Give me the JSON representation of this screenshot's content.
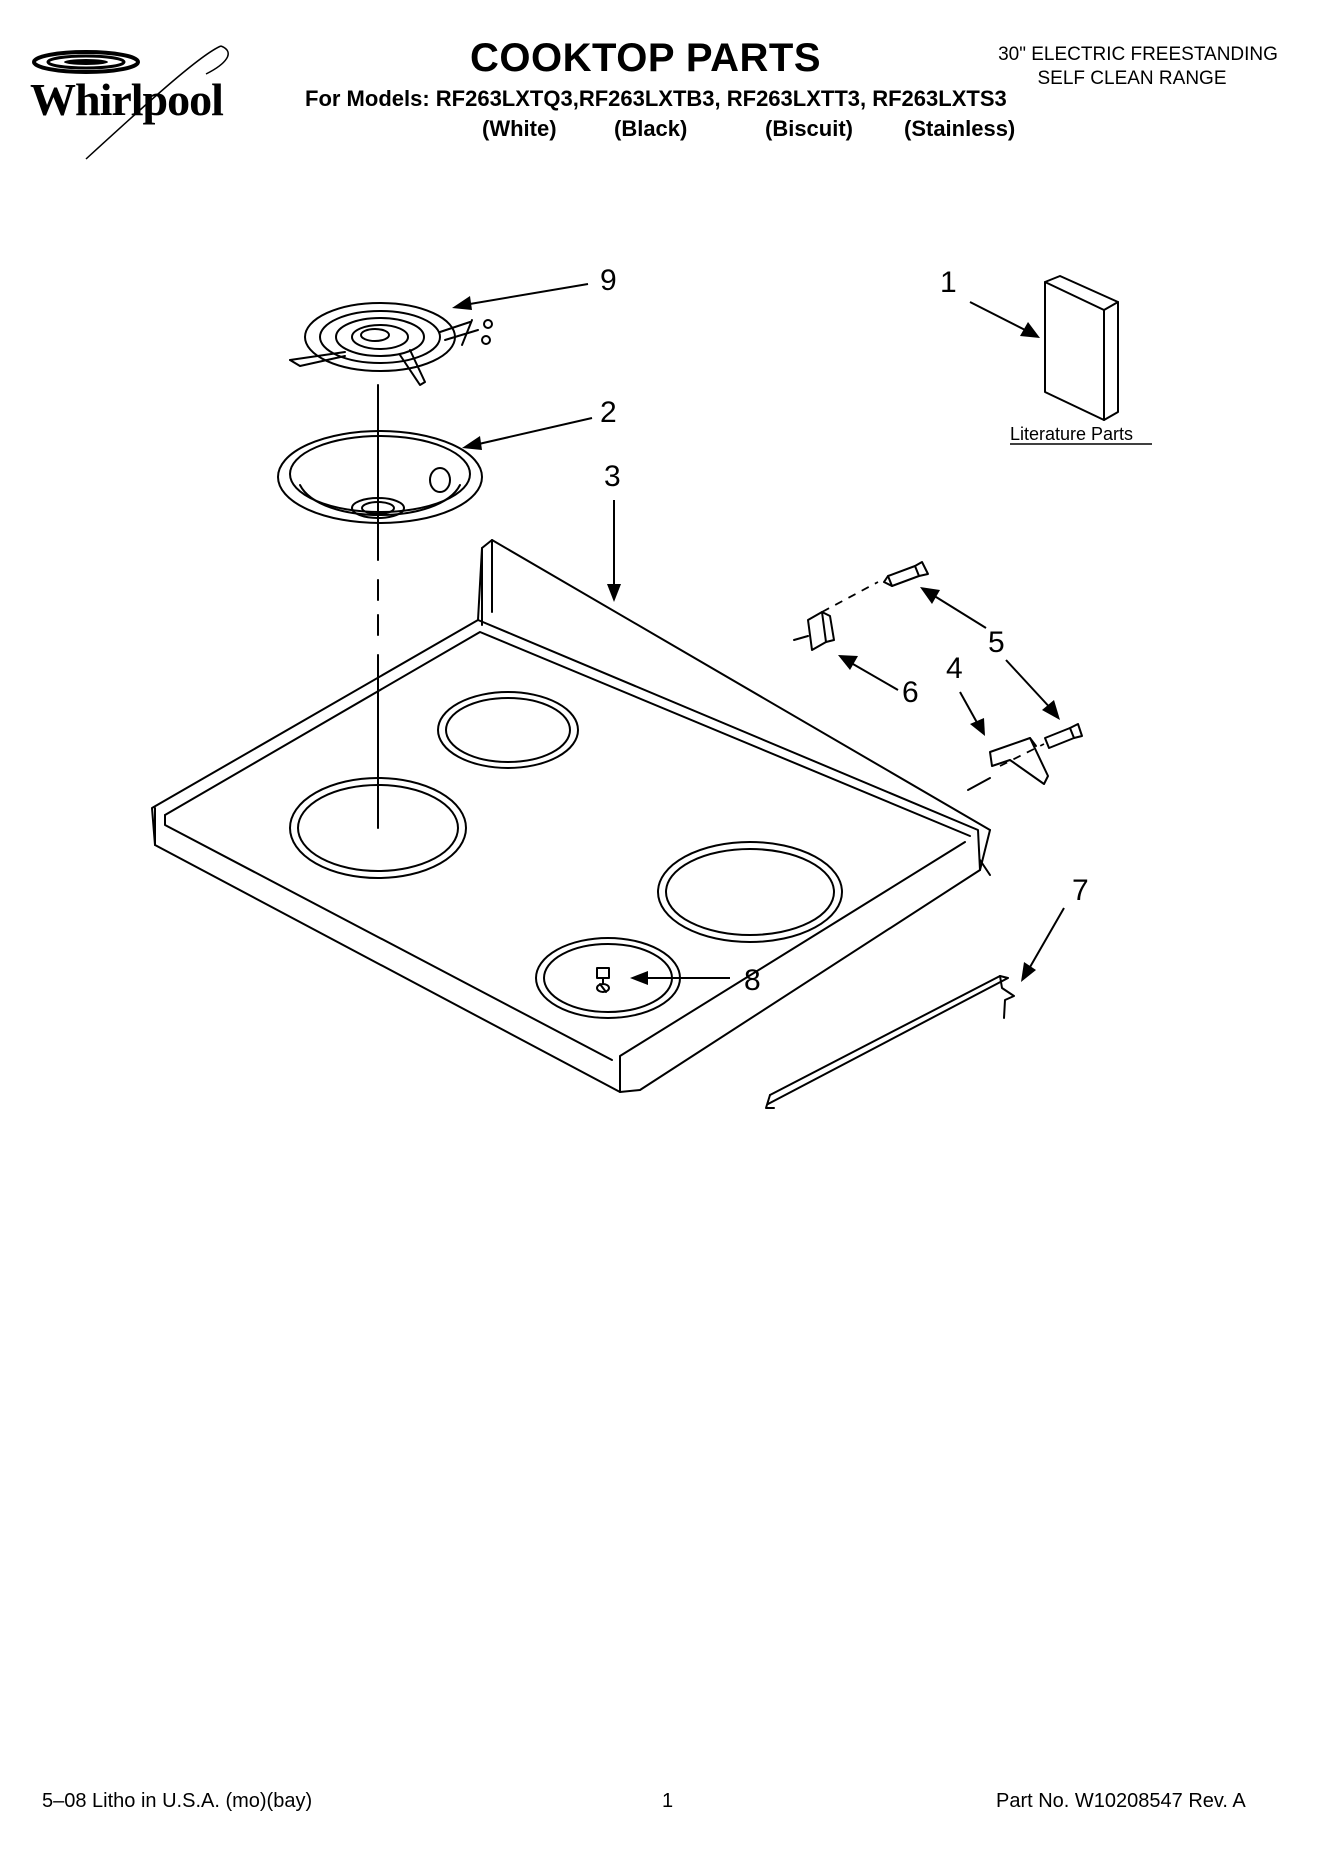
{
  "header": {
    "brand": "Whirlpool",
    "title": "COOKTOP PARTS",
    "models_line": "For Models: RF263LXTQ3,RF263LXTB3, RF263LXTT3, RF263LXTS3",
    "variants": [
      "(White)",
      "(Black)",
      "(Biscuit)",
      "(Stainless)"
    ],
    "range_type": [
      "30\" ELECTRIC FREESTANDING",
      "SELF CLEAN RANGE"
    ]
  },
  "diagram": {
    "callouts": [
      "1",
      "2",
      "3",
      "4",
      "5",
      "6",
      "7",
      "8",
      "9"
    ],
    "literature_label": "Literature Parts"
  },
  "footer": {
    "litho": "5–08 Litho in U.S.A. (mo)(bay)",
    "page_number": "1",
    "part_number": "Part No. W10208547 Rev. A"
  }
}
